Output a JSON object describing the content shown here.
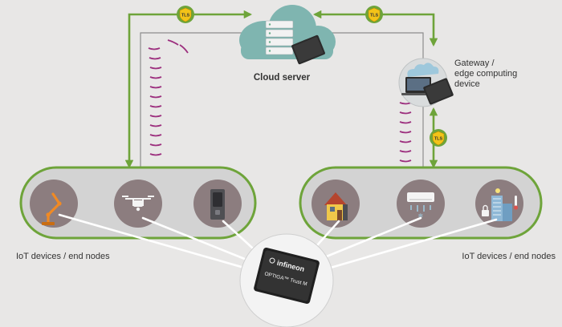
{
  "labels": {
    "cloud_server": "Cloud server",
    "gateway_line1": "Gateway /",
    "gateway_line2": "edge computing",
    "gateway_line3": "device",
    "iot_left": "IoT devices / end nodes",
    "iot_right": "IoT devices / end nodes"
  },
  "badges": {
    "tls": "TLS"
  },
  "chips": {
    "brand": "infineon",
    "product": "OPTIGA™ Trust M"
  },
  "icons": {
    "left_group": [
      "robot-arm-icon",
      "drone-icon",
      "smart-lock-icon"
    ],
    "right_group": [
      "smart-home-icon",
      "air-conditioner-icon",
      "smart-building-icon"
    ],
    "cloud": "cloud-server-icon",
    "gateway": "gateway-device-icon"
  },
  "colors": {
    "background": "#e8e7e6",
    "connector_green": "#6ea43a",
    "wireless_wave": "#9c2f7e",
    "device_disc": "#8c7d7f",
    "cloud": "#7fb5b0",
    "tls_badge": "#f3c318"
  }
}
